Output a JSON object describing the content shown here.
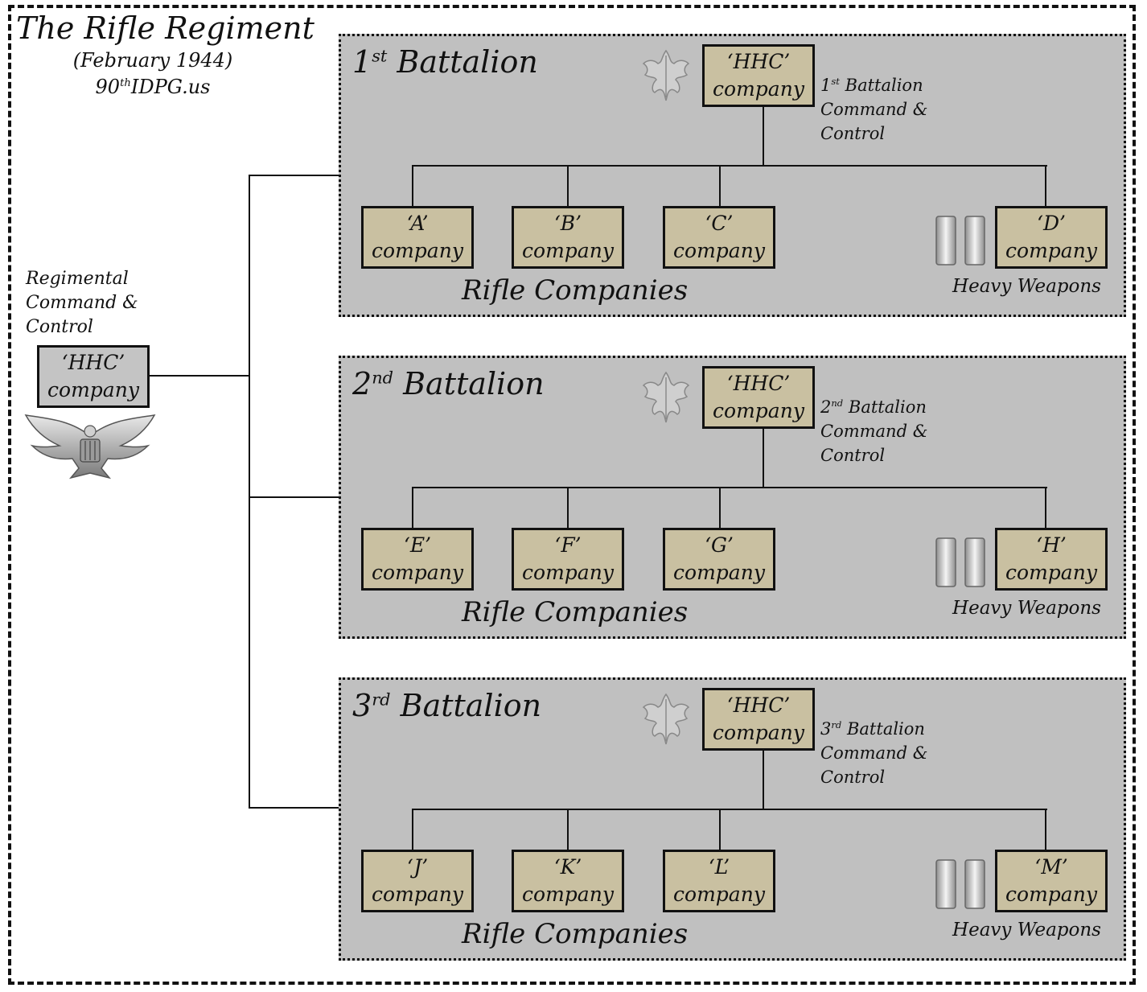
{
  "header": {
    "title": "The Rifle Regiment",
    "date": "(February 1944)",
    "site_prefix": "90",
    "site_sup": "th",
    "site_suffix": "IDPG.us"
  },
  "regimental": {
    "caption_line1": "Regimental",
    "caption_line2": "Command &",
    "caption_line3": "Control",
    "box_line1": "‘HHC’",
    "box_line2": "company",
    "insignia_icon": "colonel-eagle-icon"
  },
  "battalions": [
    {
      "number": "1",
      "sup": "st",
      "title": "Battalion",
      "hhc_line1": "‘HHC’",
      "hhc_line2": "company",
      "caption_number": "1",
      "caption_sup": "st",
      "caption_line1": "Battalion",
      "caption_line2": "Command &",
      "caption_line3": "Control",
      "companies": [
        {
          "letter": "‘A’",
          "label": "company"
        },
        {
          "letter": "‘B’",
          "label": "company"
        },
        {
          "letter": "‘C’",
          "label": "company"
        },
        {
          "letter": "‘D’",
          "label": "company"
        }
      ],
      "rifle_caption": "Rifle Companies",
      "heavy_caption": "Heavy Weapons"
    },
    {
      "number": "2",
      "sup": "nd",
      "title": "Battalion",
      "hhc_line1": "‘HHC’",
      "hhc_line2": "company",
      "caption_number": "2",
      "caption_sup": "nd",
      "caption_line1": "Battalion",
      "caption_line2": "Command &",
      "caption_line3": "Control",
      "companies": [
        {
          "letter": "‘E’",
          "label": "company"
        },
        {
          "letter": "‘F’",
          "label": "company"
        },
        {
          "letter": "‘G’",
          "label": "company"
        },
        {
          "letter": "‘H’",
          "label": "company"
        }
      ],
      "rifle_caption": "Rifle Companies",
      "heavy_caption": "Heavy Weapons"
    },
    {
      "number": "3",
      "sup": "rd",
      "title": "Battalion",
      "hhc_line1": "‘HHC’",
      "hhc_line2": "company",
      "caption_number": "3",
      "caption_sup": "rd",
      "caption_line1": "Battalion",
      "caption_line2": "Command &",
      "caption_line3": "Control",
      "companies": [
        {
          "letter": "‘J’",
          "label": "company"
        },
        {
          "letter": "‘K’",
          "label": "company"
        },
        {
          "letter": "‘L’",
          "label": "company"
        },
        {
          "letter": "‘M’",
          "label": "company"
        }
      ],
      "rifle_caption": "Rifle Companies",
      "heavy_caption": "Heavy Weapons"
    }
  ],
  "icons": {
    "battalion_commander": "oak-leaf-icon",
    "heavy_weapons_commander": "captain-bars-icon"
  },
  "colors": {
    "company_box": "#c9c0a1",
    "regimental_box": "#c4c4c4",
    "battalion_panel": "#c0c0c0"
  }
}
